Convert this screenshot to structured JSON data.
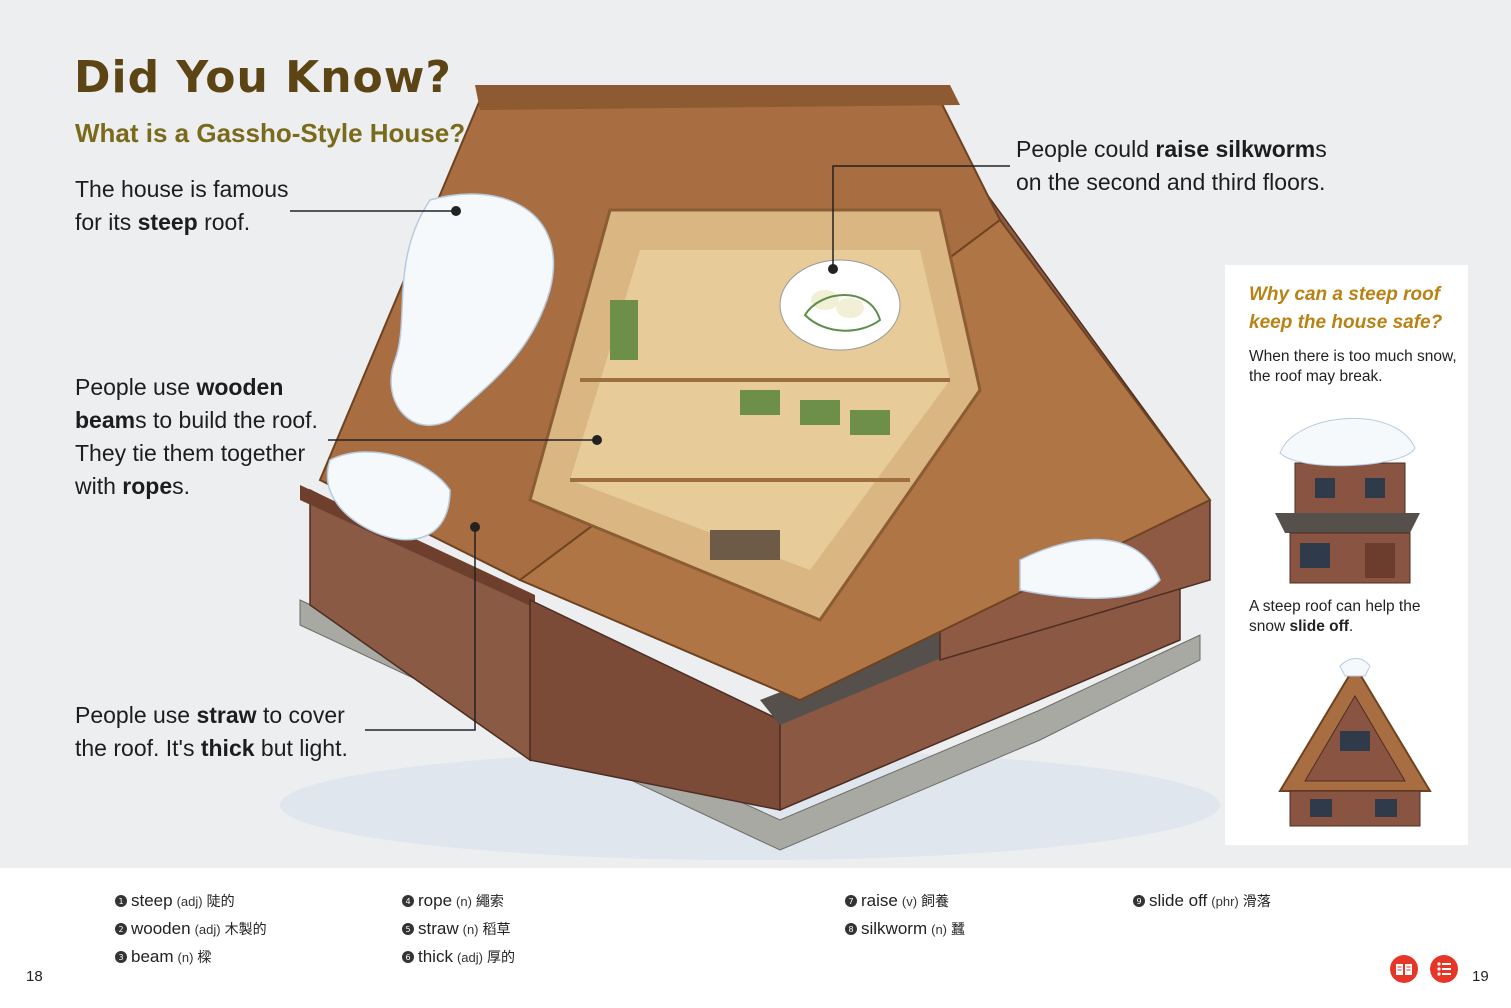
{
  "title": "Did You Know?",
  "subtitle": "What is a Gassho-Style House?",
  "callouts": {
    "roof": {
      "l1a": "The house is famous",
      "l2a": "for its ",
      "l2b": "steep",
      "l2c": " roof."
    },
    "beams": {
      "l1a": "People use ",
      "l1b": "wooden",
      "l2a": "beam",
      "l2b": "s to build the roof.",
      "l3": "They tie them together",
      "l4a": "with ",
      "l4b": "rope",
      "l4c": "s."
    },
    "straw": {
      "l1a": "People use ",
      "l1b": "straw",
      "l1c": " to cover",
      "l2a": "the roof. It's ",
      "l2b": "thick",
      "l2c": " but light."
    },
    "silk": {
      "l1a": "People could ",
      "l1b": "raise silkworm",
      "l1c": "s",
      "l2": "on the second and third floors."
    }
  },
  "sidebar": {
    "question_l1": "Why can a steep roof",
    "question_l2": "keep the house safe?",
    "text1": "When there is too much snow, the roof may break.",
    "text2a": "A steep roof can help the snow ",
    "text2b": "slide off",
    "text2c": "."
  },
  "vocab": [
    {
      "n": "1",
      "word": "steep",
      "pos": "(adj)",
      "zh": "陡的"
    },
    {
      "n": "2",
      "word": "wooden",
      "pos": "(adj)",
      "zh": "木製的"
    },
    {
      "n": "3",
      "word": "beam",
      "pos": "(n)",
      "zh": "樑"
    },
    {
      "n": "4",
      "word": "rope",
      "pos": "(n)",
      "zh": "繩索"
    },
    {
      "n": "5",
      "word": "straw",
      "pos": "(n)",
      "zh": "稻草"
    },
    {
      "n": "6",
      "word": "thick",
      "pos": "(adj)",
      "zh": "厚的"
    },
    {
      "n": "7",
      "word": "raise",
      "pos": "(v)",
      "zh": "飼養"
    },
    {
      "n": "8",
      "word": "silkworm",
      "pos": "(n)",
      "zh": "蠶"
    },
    {
      "n": "9",
      "word": "slide off",
      "pos": "(phr)",
      "zh": "滑落"
    }
  ],
  "page_left": "18",
  "page_right": "19",
  "icons": {
    "book": "book-icon",
    "list": "list-icon"
  },
  "colors": {
    "title": "#5c4414",
    "subtitle": "#7a6a1c",
    "question": "#b98215",
    "icon_red": "#e53628"
  }
}
